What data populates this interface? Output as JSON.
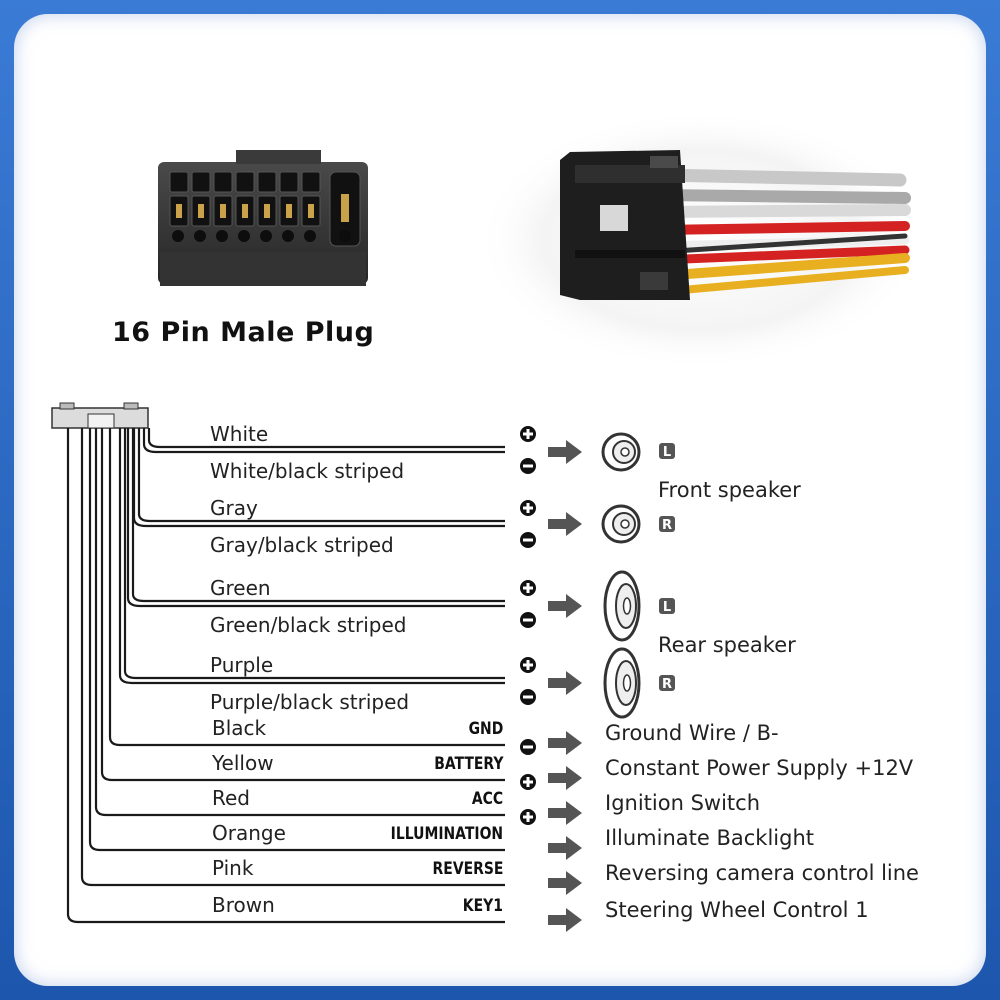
{
  "plug": {
    "caption": "16 Pin Male Plug"
  },
  "speakers": {
    "front_label": "Front speaker",
    "rear_label": "Rear speaker",
    "left_badge": "L",
    "right_badge": "R"
  },
  "speaker_wires": [
    {
      "label": "White",
      "polarity": "+"
    },
    {
      "label": "White/black striped",
      "polarity": "-"
    },
    {
      "label": "Gray",
      "polarity": "+"
    },
    {
      "label": "Gray/black striped",
      "polarity": "-"
    },
    {
      "label": "Green",
      "polarity": "+"
    },
    {
      "label": "Green/black striped",
      "polarity": "-"
    },
    {
      "label": "Purple",
      "polarity": "+"
    },
    {
      "label": "Purple/black striped",
      "polarity": "-"
    }
  ],
  "function_wires": [
    {
      "label": "Black",
      "signal": "GND",
      "polarity": "-",
      "destination": "Ground Wire / B-"
    },
    {
      "label": "Yellow",
      "signal": "BATTERY",
      "polarity": "+",
      "destination": "Constant Power Supply +12V"
    },
    {
      "label": "Red",
      "signal": "ACC",
      "polarity": "+",
      "destination": "Ignition Switch"
    },
    {
      "label": "Orange",
      "signal": "ILLUMINATION",
      "polarity": "",
      "destination": "Illuminate Backlight"
    },
    {
      "label": "Pink",
      "signal": "REVERSE",
      "polarity": "",
      "destination": "Reversing camera control line"
    },
    {
      "label": "Brown",
      "signal": "KEY1",
      "polarity": "",
      "destination": "Steering Wheel Control 1"
    }
  ],
  "colors": {
    "frame": "#1f5fb8",
    "card": "#ffffff",
    "wire": "#1a1a1a",
    "arrow": "#555555",
    "connector": "#2a2a2a",
    "harness_red": "#d42222",
    "harness_yellow": "#e8b020",
    "harness_gray": "#b9b9b9"
  }
}
